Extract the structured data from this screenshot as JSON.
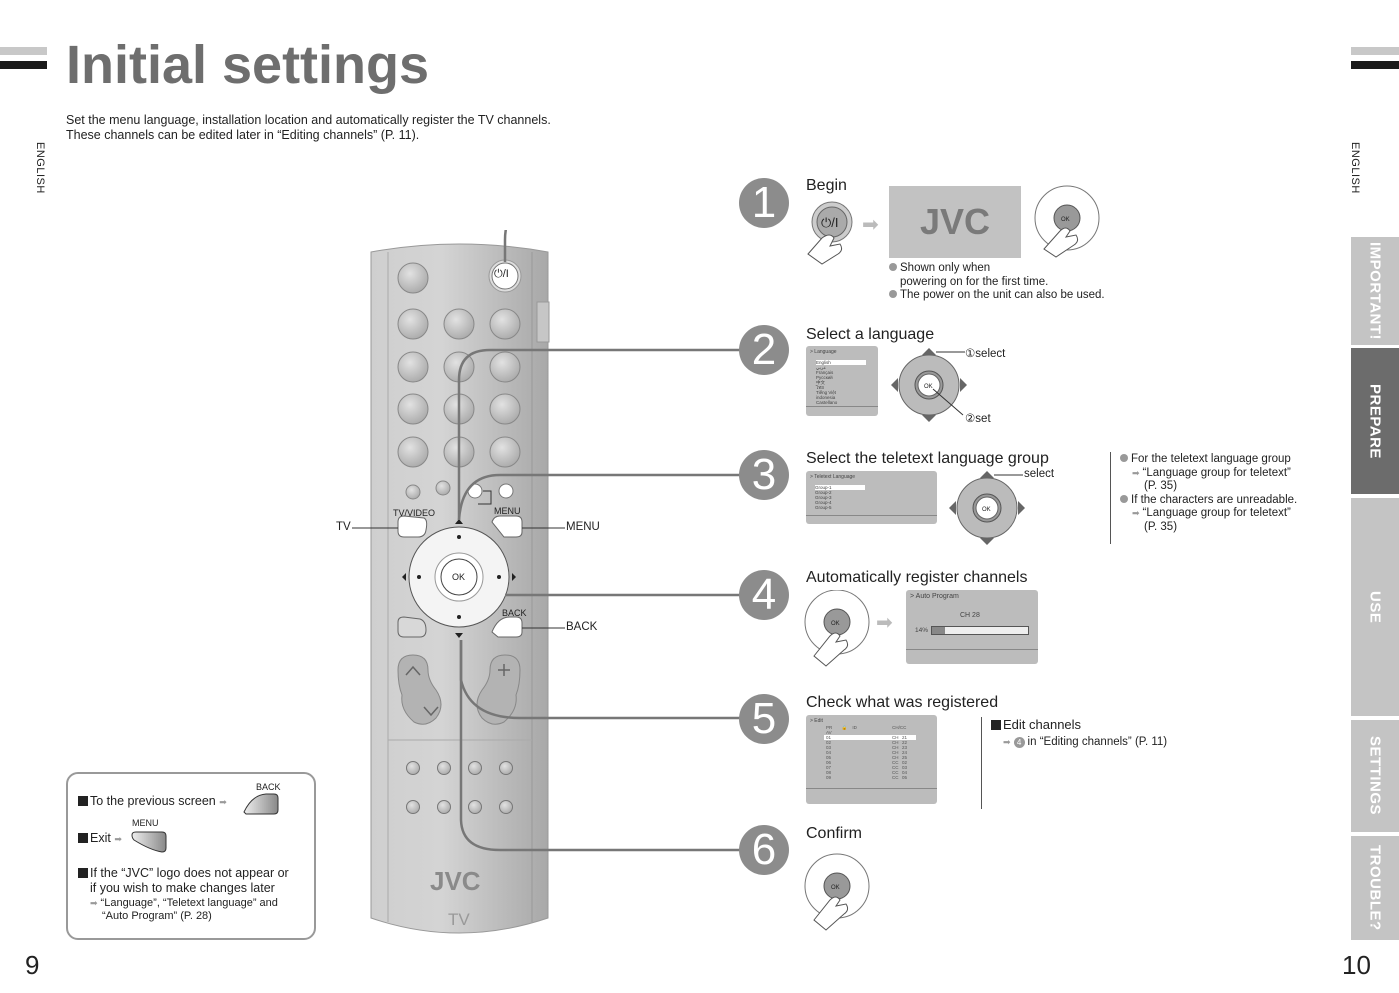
{
  "page": {
    "title": "Initial settings",
    "intro_line1": "Set the menu language, installation location and automatically register the TV channels.",
    "intro_line2": "These channels can be edited later in “Editing channels” (P. 11).",
    "side_label_left": "ENGLISH",
    "side_label_right": "ENGLISH",
    "page_left": "9",
    "page_right": "10"
  },
  "tabs": [
    {
      "label": "IMPORTANT!",
      "active": false
    },
    {
      "label": "PREPARE",
      "active": true
    },
    {
      "label": "USE",
      "active": false
    },
    {
      "label": "SETTINGS",
      "active": false
    },
    {
      "label": "TROUBLE?",
      "active": false
    }
  ],
  "remote": {
    "power_label": "⏻/I",
    "tvvideo_label": "TV/VIDEO",
    "menu_label": "MENU",
    "back_label": "BACK",
    "ok_label": "OK",
    "brand": "JVC",
    "model": "TV",
    "callout_tv": "TV",
    "callout_menu": "MENU",
    "callout_back": "BACK"
  },
  "steps": [
    {
      "number": "1",
      "title": "Begin",
      "screen_logo": "JVC",
      "notes": [
        "Shown only when",
        "powering on for the first time.",
        "The power on the unit can also be used."
      ]
    },
    {
      "number": "2",
      "title": "Select a language",
      "screen_header": "> Language",
      "languages": [
        "English",
        "عربي",
        "Français",
        "Русский",
        "中文",
        "ไทย",
        "Tiếng Việt",
        "indonesia",
        "Castellano"
      ],
      "select_label": "①select",
      "set_label": "②set"
    },
    {
      "number": "3",
      "title": "Select the teletext language group",
      "screen_header": "> Teletext Language",
      "groups": [
        "Group-1",
        "Group-2",
        "Group-3",
        "Group-4",
        "Group-5"
      ],
      "select_label": "select",
      "side_notes": {
        "n1": "For the teletext language group",
        "n1_ref": "“Language group for teletext”",
        "n1_page": "(P. 35)",
        "n2": "If the characters are unreadable.",
        "n2_ref": "“Language group for teletext”",
        "n2_page": "(P. 35)"
      }
    },
    {
      "number": "4",
      "title": "Automatically register channels",
      "screen_header": "> Auto Program",
      "channel": "CH  28",
      "progress_label": "14%",
      "progress": 0.14
    },
    {
      "number": "5",
      "title": "Check what was registered",
      "screen_header": "> Edit",
      "columns": [
        "PR",
        "🔒",
        "ID",
        "CH/CC"
      ],
      "sub_header": "AV",
      "rows": [
        [
          "01",
          "CH",
          "21"
        ],
        [
          "02",
          "CH",
          "22"
        ],
        [
          "03",
          "CH",
          "23"
        ],
        [
          "04",
          "CH",
          "24"
        ],
        [
          "05",
          "CH",
          "25"
        ],
        [
          "06",
          "CC",
          "02"
        ],
        [
          "07",
          "CC",
          "03"
        ],
        [
          "08",
          "CC",
          "04"
        ],
        [
          "09",
          "CC",
          "05"
        ]
      ],
      "side_title": "Edit channels",
      "side_step": "4",
      "side_ref": "in “Editing channels” (P. 11)"
    },
    {
      "number": "6",
      "title": "Confirm"
    }
  ],
  "info_box": {
    "prev_label": "To the previous screen",
    "prev_button": "BACK",
    "exit_label": "Exit",
    "exit_button": "MENU",
    "note_line1": "If the “JVC” logo does not appear or",
    "note_line2": "if you wish to make changes later",
    "ref_line1": "“Language”, “Teletext language” and",
    "ref_line2": "“Auto Program” (P. 28)"
  }
}
